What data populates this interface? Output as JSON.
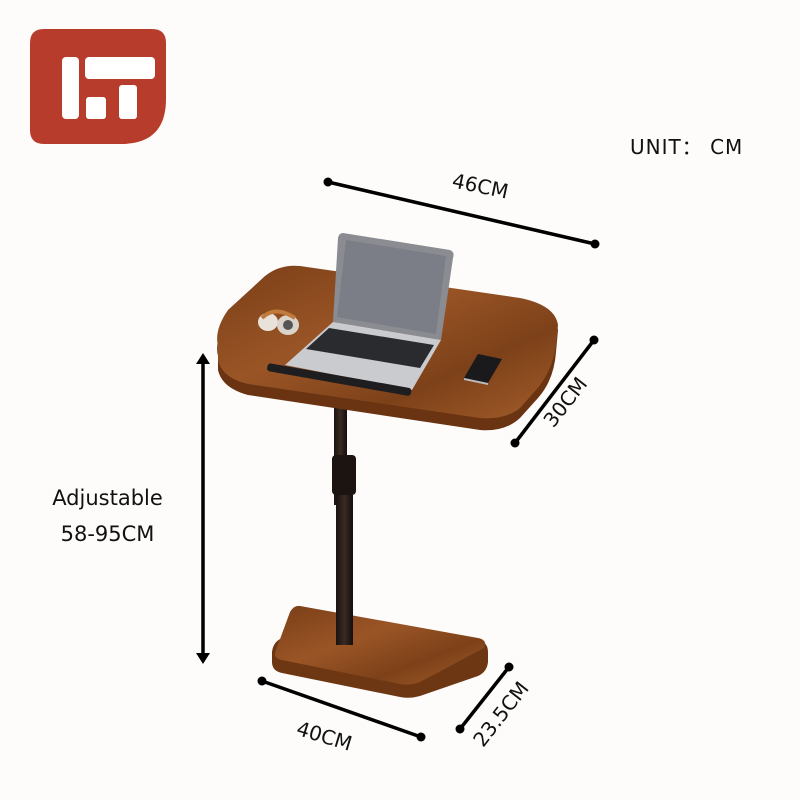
{
  "brand": {
    "logo": "brand-logo-icon",
    "color": "#b83c2b"
  },
  "unit_label": "UNIT： CM",
  "dimensions": {
    "top_width": "46CM",
    "top_depth": "30CM",
    "height_line1": "Adjustable",
    "height_line2": "58-95CM",
    "base_width": "40CM",
    "base_depth": "23.5CM"
  },
  "product": {
    "name": "height adjustable laptop side table",
    "wood_color": "#8b4a1e",
    "pole_color": "#2a1d17",
    "items_on_top": [
      "laptop",
      "headphones",
      "smartphone",
      "laptop-stopper-bar"
    ]
  }
}
